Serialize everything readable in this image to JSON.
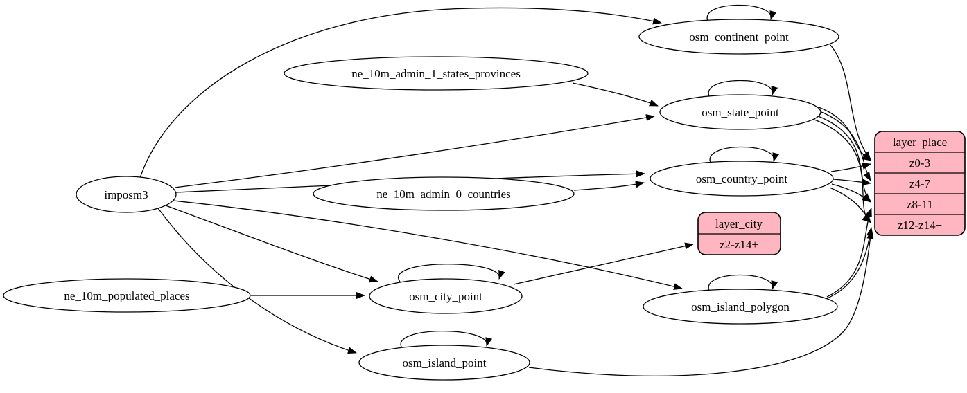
{
  "diagram_type": "etl-graph",
  "colors": {
    "background": "#ffffff",
    "node_fill": "#ffffff",
    "record_fill": "#ffb6c1",
    "stroke": "#000000"
  },
  "nodes": {
    "imposm3": {
      "label": "imposm3"
    },
    "ne_10m_admin_1_states_provinces": {
      "label": "ne_10m_admin_1_states_provinces"
    },
    "ne_10m_admin_0_countries": {
      "label": "ne_10m_admin_0_countries"
    },
    "ne_10m_populated_places": {
      "label": "ne_10m_populated_places"
    },
    "osm_continent_point": {
      "label": "osm_continent_point"
    },
    "osm_state_point": {
      "label": "osm_state_point"
    },
    "osm_country_point": {
      "label": "osm_country_point"
    },
    "osm_city_point": {
      "label": "osm_city_point"
    },
    "osm_island_polygon": {
      "label": "osm_island_polygon"
    },
    "osm_island_point": {
      "label": "osm_island_point"
    }
  },
  "records": {
    "layer_city": {
      "title": "layer_city",
      "rows": [
        "z2-z14+"
      ]
    },
    "layer_place": {
      "title": "layer_place",
      "rows": [
        "z0-3",
        "z4-7",
        "z8-11",
        "z12-z14+"
      ]
    }
  },
  "edges": [
    {
      "from": "imposm3",
      "to": "osm_continent_point"
    },
    {
      "from": "imposm3",
      "to": "osm_state_point"
    },
    {
      "from": "imposm3",
      "to": "osm_country_point"
    },
    {
      "from": "imposm3",
      "to": "osm_city_point"
    },
    {
      "from": "imposm3",
      "to": "osm_island_polygon"
    },
    {
      "from": "imposm3",
      "to": "osm_island_point"
    },
    {
      "from": "ne_10m_admin_1_states_provinces",
      "to": "osm_state_point"
    },
    {
      "from": "ne_10m_admin_0_countries",
      "to": "osm_country_point"
    },
    {
      "from": "ne_10m_populated_places",
      "to": "osm_city_point"
    },
    {
      "from": "osm_continent_point",
      "to": "osm_continent_point",
      "self_loop": true
    },
    {
      "from": "osm_state_point",
      "to": "osm_state_point",
      "self_loop": true
    },
    {
      "from": "osm_country_point",
      "to": "osm_country_point",
      "self_loop": true
    },
    {
      "from": "osm_city_point",
      "to": "osm_city_point",
      "self_loop": true
    },
    {
      "from": "osm_island_polygon",
      "to": "osm_island_polygon",
      "self_loop": true
    },
    {
      "from": "osm_island_point",
      "to": "osm_island_point",
      "self_loop": true
    },
    {
      "from": "osm_city_point",
      "to": "layer_city",
      "to_row": "z2-z14+"
    },
    {
      "from": "osm_continent_point",
      "to": "layer_place",
      "to_row": "z0-3"
    },
    {
      "from": "osm_state_point",
      "to": "layer_place",
      "to_row": "z0-3"
    },
    {
      "from": "osm_country_point",
      "to": "layer_place",
      "to_row": "z0-3"
    },
    {
      "from": "osm_state_point",
      "to": "layer_place",
      "to_row": "z4-7"
    },
    {
      "from": "osm_country_point",
      "to": "layer_place",
      "to_row": "z4-7"
    },
    {
      "from": "osm_state_point",
      "to": "layer_place",
      "to_row": "z8-11"
    },
    {
      "from": "osm_country_point",
      "to": "layer_place",
      "to_row": "z8-11"
    },
    {
      "from": "osm_island_polygon",
      "to": "layer_place",
      "to_row": "z8-11"
    },
    {
      "from": "osm_state_point",
      "to": "layer_place",
      "to_row": "z12-z14+"
    },
    {
      "from": "osm_country_point",
      "to": "layer_place",
      "to_row": "z12-z14+"
    },
    {
      "from": "osm_island_polygon",
      "to": "layer_place",
      "to_row": "z12-z14+"
    },
    {
      "from": "osm_island_point",
      "to": "layer_place",
      "to_row": "z12-z14+"
    }
  ]
}
